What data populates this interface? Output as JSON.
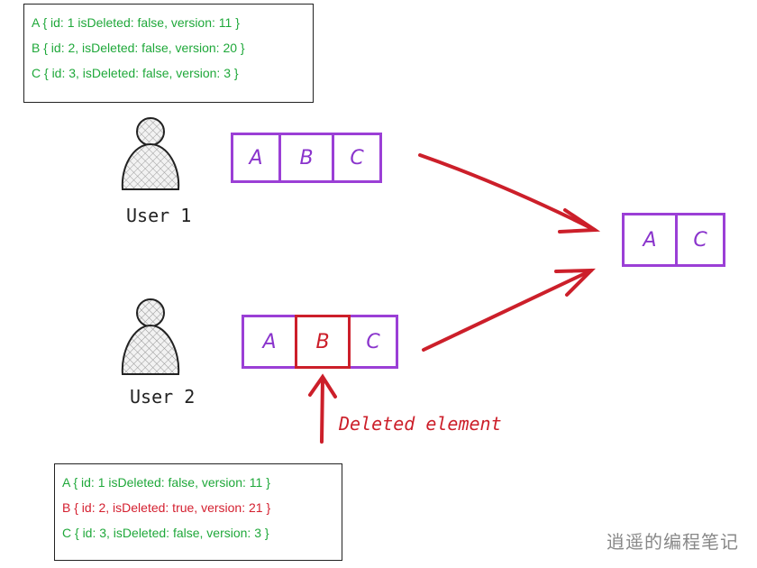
{
  "top_box": {
    "lines": [
      {
        "text": "A { id: 1 isDeleted: false, version: 11 }",
        "color": "#1fa83a"
      },
      {
        "text": "B { id: 2, isDeleted: false, version: 20 }",
        "color": "#1fa83a"
      },
      {
        "text": "C { id: 3, isDeleted: false, version: 3 }",
        "color": "#1fa83a"
      }
    ]
  },
  "bottom_box": {
    "lines": [
      {
        "text": "A { id: 1 isDeleted: false, version: 11 }",
        "color": "#1fa83a"
      },
      {
        "text": "B { id: 2, isDeleted: true, version: 21 }",
        "color": "#d41f2f"
      },
      {
        "text": "C { id: 3, isDeleted: false, version: 3 }",
        "color": "#1fa83a"
      }
    ]
  },
  "user1": {
    "label": "User 1",
    "cells": [
      "A",
      "B",
      "C"
    ]
  },
  "user2": {
    "label": "User 2",
    "cells": [
      "A",
      "B",
      "C"
    ],
    "deleted_label": "Deleted element"
  },
  "result": {
    "cells": [
      "A",
      "C"
    ]
  },
  "watermark": "逍遥的编程笔记",
  "colors": {
    "element_border": "#9b3fd6",
    "deleted": "#cc1f2a",
    "arrow": "#cc1f2a",
    "text_green": "#1fa83a",
    "text_red": "#d41f2f"
  },
  "icons": [
    "user-icon"
  ]
}
